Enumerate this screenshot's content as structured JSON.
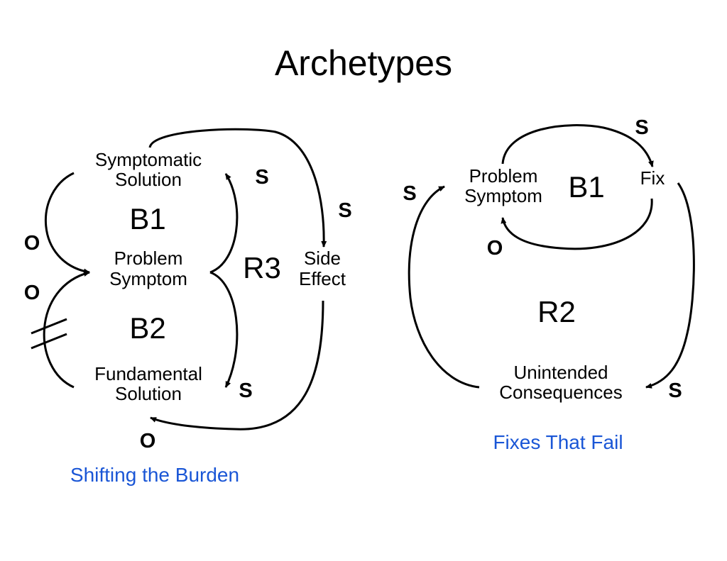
{
  "title": "Archetypes",
  "shifting_the_burden": {
    "caption": "Shifting the Burden",
    "nodes": {
      "symptomatic_solution": [
        "Symptomatic",
        "Solution"
      ],
      "problem_symptom": [
        "Problem",
        "Symptom"
      ],
      "fundamental_solution": [
        "Fundamental",
        "Solution"
      ],
      "side_effect": [
        "Side",
        "Effect"
      ]
    },
    "loops": {
      "b1": "B1",
      "b2": "B2",
      "r3": "R3"
    },
    "polarities": {
      "symptomatic_to_problem": "O",
      "fundamental_to_problem": "O",
      "problem_to_symptomatic": "S",
      "problem_to_fundamental": "S",
      "symptomatic_to_side_effect": "S",
      "side_effect_to_fundamental": "O"
    }
  },
  "fixes_that_fail": {
    "caption": "Fixes That Fail",
    "nodes": {
      "problem_symptom": [
        "Problem",
        "Symptom"
      ],
      "fix": "Fix",
      "unintended_consequences": [
        "Unintended",
        "Consequences"
      ]
    },
    "loops": {
      "b1": "B1",
      "r2": "R2"
    },
    "polarities": {
      "problem_to_fix": "S",
      "fix_to_problem": "O",
      "fix_to_consequences": "S",
      "consequences_to_problem": "S"
    }
  }
}
